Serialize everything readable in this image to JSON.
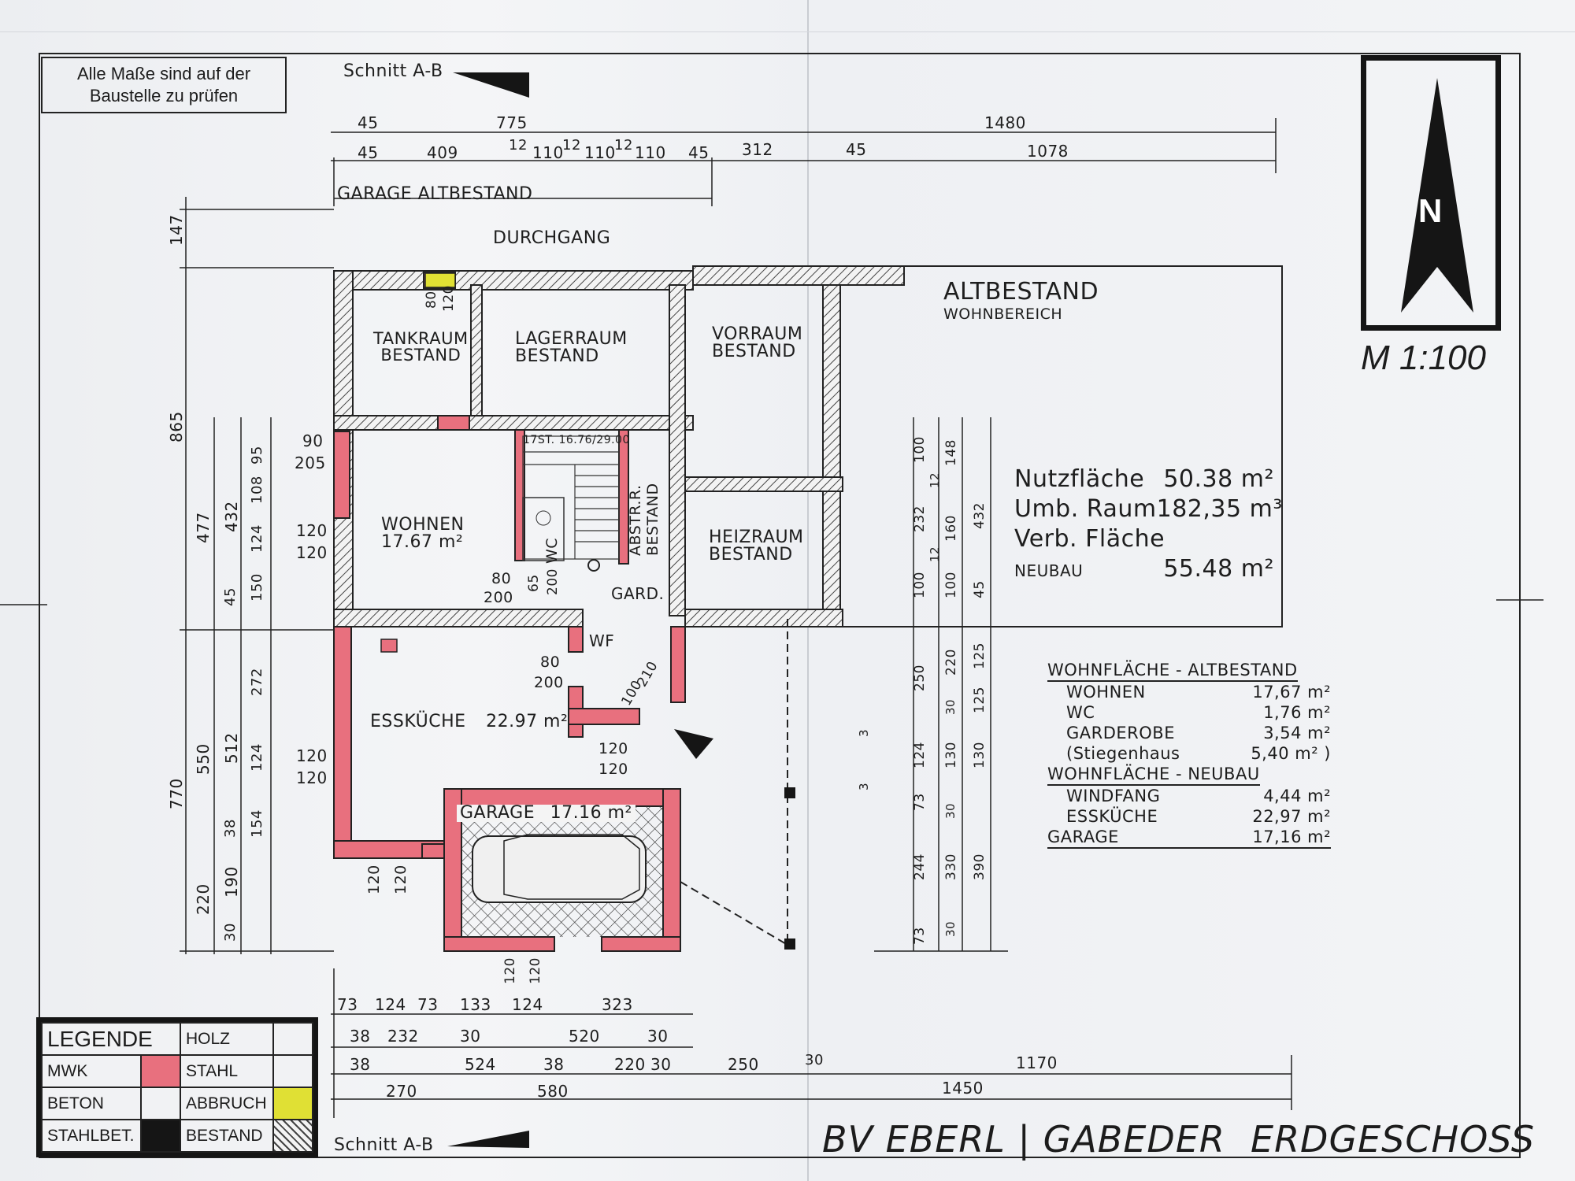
{
  "notice": {
    "line1": "Alle Maße sind auf der",
    "line2": "Baustelle zu prüfen"
  },
  "section_cut_label": "Schnitt A-B",
  "north_letter": "N",
  "scale_label": "M 1:100",
  "corridor_label": "DURCHGANG",
  "header_label": "GARAGE ALTBESTAND",
  "rooms": {
    "tankraum": {
      "line1": "TANKRAUM",
      "line2": "BESTAND"
    },
    "lagerraum": {
      "line1": "LAGERRAUM",
      "line2": "BESTAND"
    },
    "vorraum": {
      "line1": "VORRAUM",
      "line2": "BESTAND"
    },
    "altbestand": {
      "line1": "ALTBESTAND",
      "line2": "WOHNBEREICH"
    },
    "wohnen": {
      "line1": "WOHNEN",
      "line2": "17.67 m²"
    },
    "stairs": "17ST. 16.76/29.00",
    "wc": "WC",
    "abstr": {
      "line1": "ABSTR.R.",
      "line2": "BESTAND"
    },
    "heizraum": {
      "line1": "HEIZRAUM",
      "line2": "BESTAND"
    },
    "gard": "GARD.",
    "wf": "WF",
    "esskueche": {
      "label": "ESSKÜCHE",
      "area": "22.97 m²"
    },
    "garage": {
      "label": "GARAGE",
      "area": "17.16 m²"
    }
  },
  "summary": {
    "rows": [
      {
        "label": "Nutzfläche",
        "value": "50.38 m²"
      },
      {
        "label": "Umb. Raum",
        "value": "182,35 m³"
      },
      {
        "label": "Verb. Fläche",
        "value": ""
      },
      {
        "label": "NEUBAU",
        "value": "55.48 m²"
      }
    ]
  },
  "areas": {
    "alt_title": "WOHNFLÄCHE - ALTBESTAND",
    "alt_rows": [
      {
        "label": "WOHNEN",
        "value": "17,67 m²"
      },
      {
        "label": "WC",
        "value": "1,76 m²"
      },
      {
        "label": "GARDEROBE",
        "value": "3,54 m²"
      },
      {
        "label": "(Stiegenhaus",
        "value": "5,40 m² )"
      }
    ],
    "neu_title": "WOHNFLÄCHE - NEUBAU",
    "neu_rows": [
      {
        "label": "WINDFANG",
        "value": "4,44 m²"
      },
      {
        "label": "ESSKÜCHE",
        "value": "22,97 m²"
      }
    ],
    "garage_row": {
      "label": "GARAGE",
      "value": "17,16 m²"
    }
  },
  "legend": {
    "title": "LEGENDE",
    "items": [
      {
        "label": "MWK",
        "color": "#e8707e"
      },
      {
        "label": "BETON",
        "color": "#f4f4f4"
      },
      {
        "label": "STAHLBET.",
        "color": "#151515"
      },
      {
        "label": "HOLZ",
        "color": "#f4f4f4"
      },
      {
        "label": "STAHL",
        "color": "#f4f4f4"
      },
      {
        "label": "ABBRUCH",
        "color": "#e0e034"
      },
      {
        "label": "BESTAND",
        "color": "hatch"
      }
    ]
  },
  "title_block": {
    "project": "BV EBERL | GABEDER",
    "floor": "ERDGESCHOSS"
  },
  "dims": {
    "top": [
      "45",
      "775",
      "1480",
      "45",
      "409",
      "12",
      "110",
      "12",
      "110",
      "12",
      "110",
      "45",
      "312",
      "45",
      "1078"
    ],
    "left": [
      "147",
      "865",
      "477",
      "432",
      "95",
      "108",
      "124",
      "45",
      "150",
      "770",
      "550",
      "512",
      "272",
      "124",
      "38",
      "154",
      "220",
      "190",
      "30"
    ],
    "openings": [
      "80",
      "120",
      "90",
      "205",
      "120",
      "120",
      "80",
      "200",
      "65",
      "200",
      "80",
      "200",
      "100",
      "210",
      "120",
      "120",
      "120",
      "120",
      "120",
      "120",
      "120",
      "120"
    ],
    "right": [
      "100",
      "148",
      "12",
      "232",
      "432",
      "160",
      "12",
      "100",
      "100",
      "45",
      "250",
      "220",
      "125",
      "30",
      "125",
      "3",
      "124",
      "130",
      "130",
      "3",
      "73",
      "30",
      "244",
      "330",
      "390",
      "73",
      "30"
    ],
    "bottom": [
      "73",
      "124",
      "73",
      "133",
      "124",
      "323",
      "38",
      "232",
      "30",
      "520",
      "30",
      "38",
      "524",
      "38",
      "220",
      "30",
      "250",
      "30",
      "1170",
      "270",
      "580",
      "1450"
    ]
  }
}
